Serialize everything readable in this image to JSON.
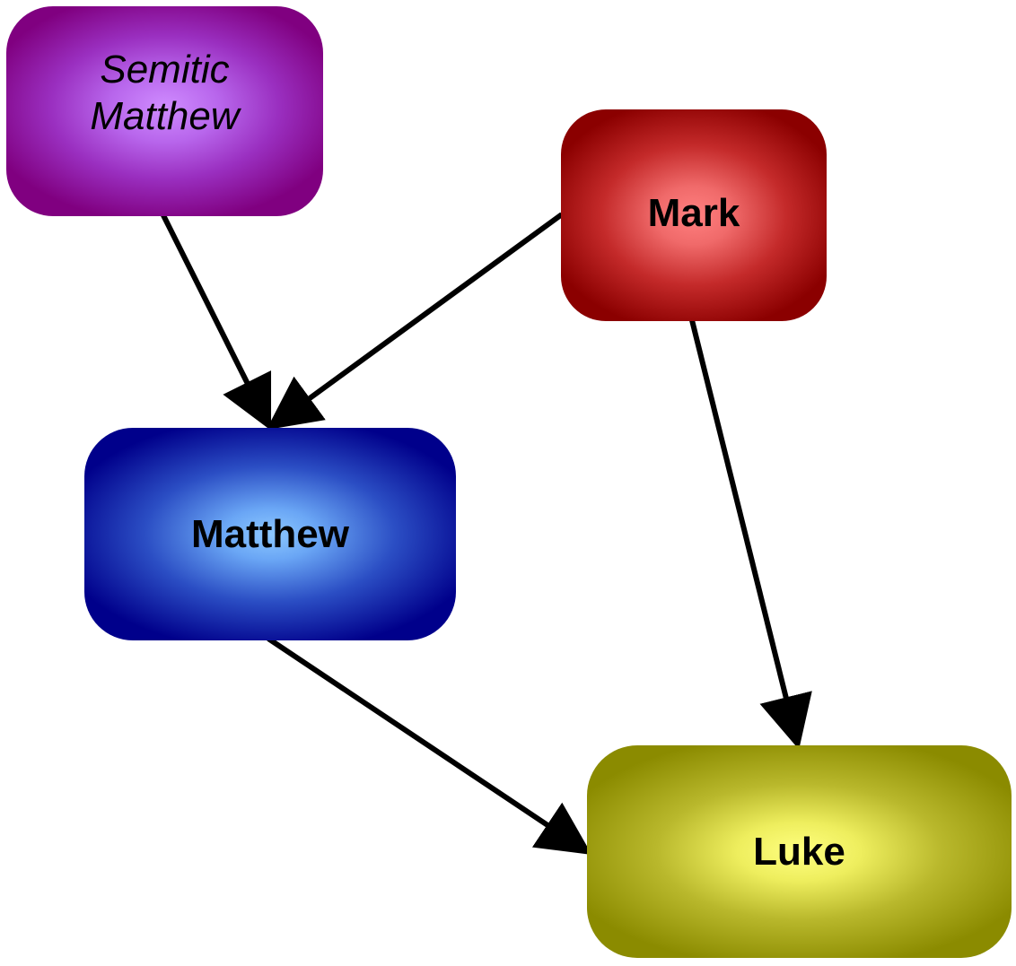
{
  "diagram": {
    "nodes": [
      {
        "id": "semitic_matthew",
        "label": "Semitic\nMatthew",
        "fill": "#800080",
        "center_fill": "#cf8cff"
      },
      {
        "id": "mark",
        "label": "Mark",
        "fill": "#8b0000",
        "center_fill": "#ff8080"
      },
      {
        "id": "matthew",
        "label": "Matthew",
        "fill": "#00008b",
        "center_fill": "#8cc8ff"
      },
      {
        "id": "luke",
        "label": "Luke",
        "fill": "#8b8b00",
        "center_fill": "#ffff80"
      }
    ],
    "edges": [
      {
        "from": "semitic_matthew",
        "to": "matthew"
      },
      {
        "from": "mark",
        "to": "matthew"
      },
      {
        "from": "mark",
        "to": "luke"
      },
      {
        "from": "matthew",
        "to": "luke"
      }
    ],
    "edge_color": "#000000"
  }
}
